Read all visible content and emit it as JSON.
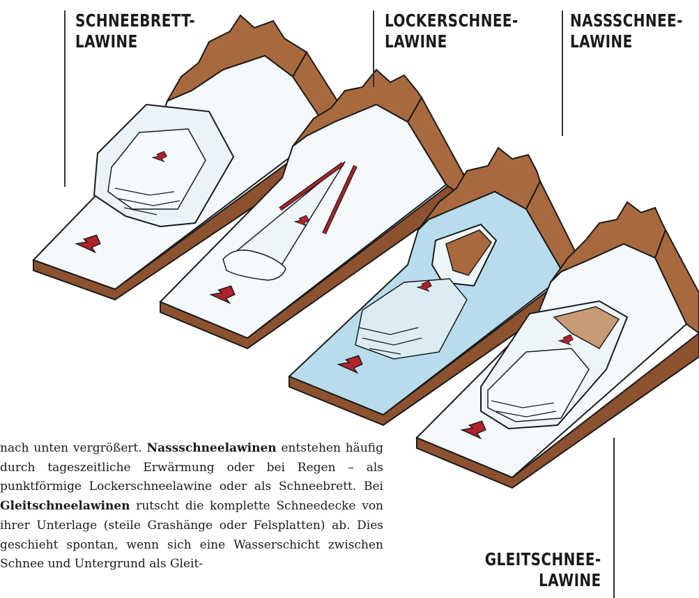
{
  "headings": {
    "schneebrett": {
      "line1": "SCHNEEBRETT-",
      "line2": "LAWINE"
    },
    "lockerschnee": {
      "line1": "LOCKERSCHNEE-",
      "line2": "LAWINE"
    },
    "nassschnee": {
      "line1": "NASSSCHNEE-",
      "line2": "LAWINE"
    },
    "gleitschnee": {
      "line1": "GLEITSCHNEE-",
      "line2": "LAWINE"
    }
  },
  "body": {
    "t1": "nach unten vergrößert. ",
    "b1": "Nassschneelawinen",
    "t2": " entstehen häufig durch tageszeitliche Erwärmung oder bei Regen – als punktförmige Lockerschneelawine oder als Schneebrett. Bei ",
    "b2": "Gleitschneelawinen",
    "t3": " rutscht die komplette Schneedecke von ihrer Unterlage (steile Grashänge oder Felsplatten) ab. Dies geschieht spontan, wenn sich eine Wasserschicht zwischen Schnee und Untergrund als Gleit-"
  },
  "colors": {
    "snow": "#f3f8fb",
    "wet_snow": "#b9dcec",
    "ground": "#a8693f",
    "ground_side": "#8c5230",
    "arrow": "#b0232a",
    "outline": "#1a1a1a"
  }
}
